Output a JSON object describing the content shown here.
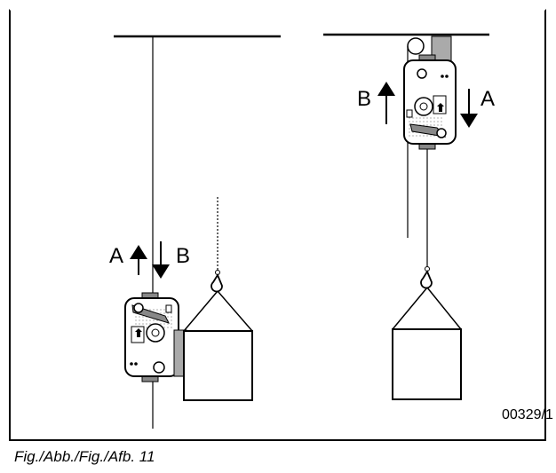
{
  "figure": {
    "caption": "Fig./Abb./Fig./Afb. 11",
    "doc_code": "00329/1",
    "left_scene": {
      "label_up": "A",
      "label_down": "B"
    },
    "right_scene": {
      "label_up": "B",
      "label_down": "A"
    }
  }
}
